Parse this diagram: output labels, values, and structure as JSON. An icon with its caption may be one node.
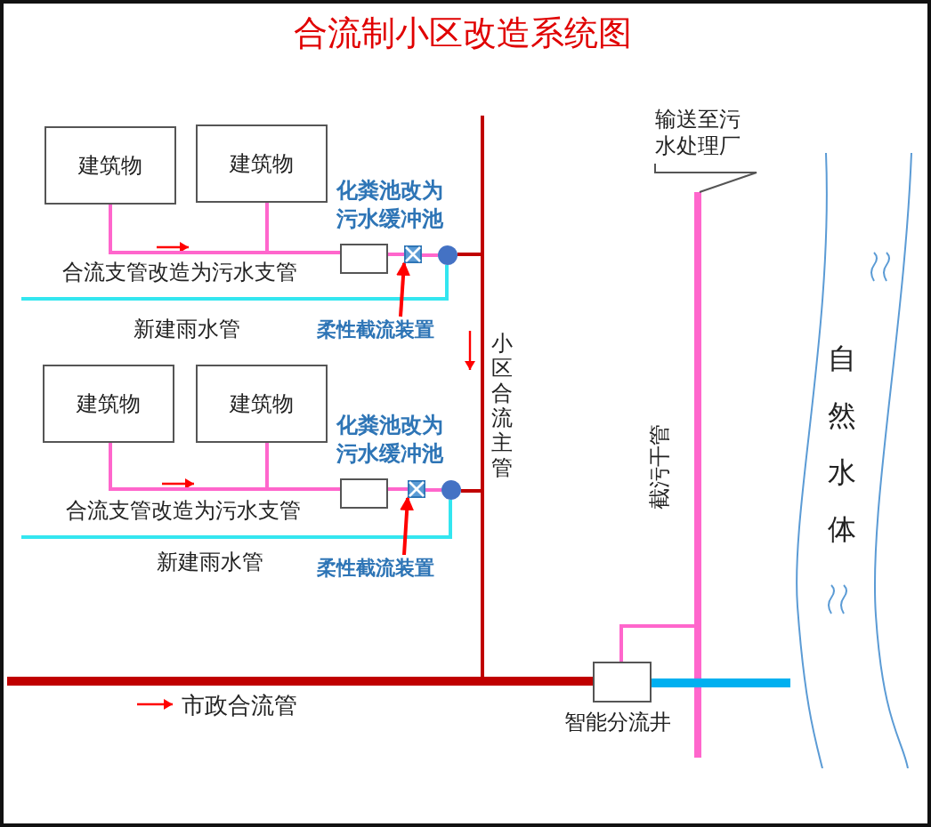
{
  "diagram": {
    "title": "合流制小区改造系统图",
    "nodes": [
      {
        "text": [
          "建筑物"
        ]
      },
      {
        "text": [
          "建筑物"
        ]
      },
      {
        "text": [
          "化粪池改为污水缓冲池"
        ]
      },
      {
        "text": [
          "柔性截流装置"
        ]
      },
      {
        "text": [],
        "shape": "valve"
      },
      {
        "text": [],
        "shape": "circle"
      },
      {
        "text": [
          "建筑物"
        ]
      },
      {
        "text": [
          "建筑物"
        ]
      },
      {
        "text": [
          "化粪池改为污水缓冲池"
        ]
      },
      {
        "text": [
          "柔性截流装置"
        ]
      },
      {
        "text": [],
        "shape": "valve"
      },
      {
        "text": [],
        "shape": "circle"
      },
      {
        "text": [
          "智能分流井"
        ]
      },
      {
        "text": [
          "自然水体"
        ]
      },
      {
        "text": [
          "输送至污水处理厂"
        ]
      }
    ],
    "edges": [
      {
        "from": 0,
        "to": 2,
        "arrow": "none",
        "color": "#ff66cc"
      },
      {
        "from": 1,
        "to": 2,
        "arrow": "none",
        "color": "#ff66cc"
      },
      {
        "from": 2,
        "to": 4,
        "arrow": "none",
        "color": "#ff66cc"
      },
      {
        "from": 4,
        "to": 5,
        "arrow": "none",
        "color": "#ff66cc"
      },
      {
        "from": null,
        "to": 5,
        "arrow": "none",
        "color": "#33e6f0"
      },
      {
        "from": 5,
        "to": 12,
        "arrow": "none",
        "color": "#c00000"
      },
      {
        "from": 6,
        "to": 8,
        "arrow": "none",
        "color": "#ff66cc"
      },
      {
        "from": 7,
        "to": 8,
        "arrow": "none",
        "color": "#ff66cc"
      },
      {
        "from": 8,
        "to": 10,
        "arrow": "none",
        "color": "#ff66cc"
      },
      {
        "from": 10,
        "to": 11,
        "arrow": "none",
        "color": "#ff66cc"
      },
      {
        "from": null,
        "to": 11,
        "arrow": "none",
        "color": "#33e6f0"
      },
      {
        "from": 11,
        "to": 12,
        "arrow": "none",
        "color": "#c00000"
      },
      {
        "from": null,
        "to": 12,
        "arrow": "none",
        "style": "thick",
        "color": "#c00000"
      },
      {
        "from": 12,
        "to": 13,
        "arrow": "none",
        "style": "thick",
        "color": "#00b0f0"
      },
      {
        "from": 12,
        "to": null,
        "arrow": "none",
        "color": "#ff66cc"
      },
      {
        "from": 3,
        "to": 4,
        "arrow": "to",
        "color": "#ff0000"
      },
      {
        "from": 9,
        "to": 10,
        "arrow": "to",
        "color": "#ff0000"
      },
      {
        "from": 14,
        "to": null,
        "arrow": "none",
        "color": "#555555"
      }
    ],
    "labels": [
      "合流支管改造为污水支管",
      "新建雨水管",
      "合流支管改造为污水支管",
      "新建雨水管",
      "小区合流主管",
      "截污干管",
      "市政合流管"
    ]
  }
}
